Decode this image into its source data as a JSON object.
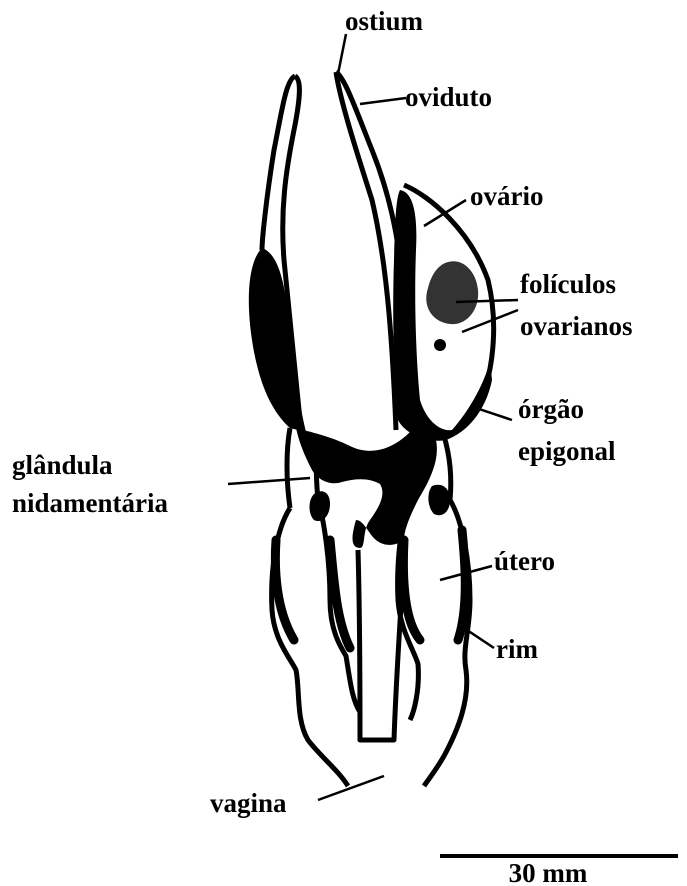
{
  "labels": {
    "ostium": "ostium",
    "oviduto": "oviduto",
    "ovario": "ovário",
    "foliculos_1": "folículos",
    "foliculos_2": "ovarianos",
    "orgao_1": "órgão",
    "orgao_2": "epigonal",
    "glandula_1": "glândula",
    "glandula_2": "nidamentária",
    "utero": "útero",
    "rim": "rim",
    "vagina": "vagina"
  },
  "scale_bar": {
    "label": "30 mm"
  }
}
